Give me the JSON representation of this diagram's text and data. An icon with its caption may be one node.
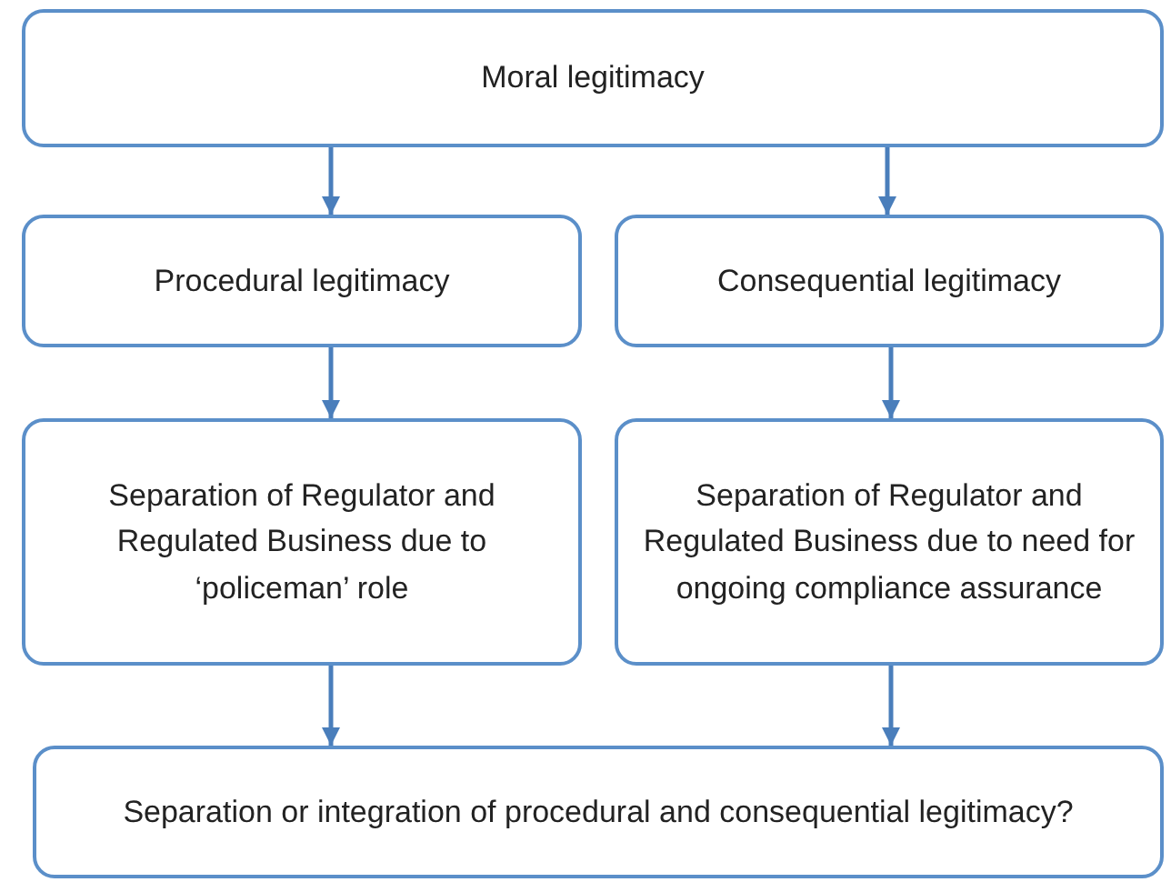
{
  "diagram": {
    "nodes": [
      {
        "text": [
          "Moral legitimacy"
        ]
      },
      {
        "text": [
          "Procedural legitimacy"
        ]
      },
      {
        "text": [
          "Consequential legitimacy"
        ]
      },
      {
        "text": [
          "Separation of Regulator and Regulated Business due to ‘policeman’ role"
        ]
      },
      {
        "text": [
          "Separation of Regulator and Regulated Business due to need for ongoing compliance assurance"
        ]
      },
      {
        "text": [
          "Separation or integration of procedural and consequential legitimacy?"
        ]
      }
    ],
    "edges": [
      {
        "from": 0,
        "to": 1,
        "arrow": "to"
      },
      {
        "from": 0,
        "to": 2,
        "arrow": "to"
      },
      {
        "from": 1,
        "to": 3,
        "arrow": "to"
      },
      {
        "from": 2,
        "to": 4,
        "arrow": "to"
      },
      {
        "from": 3,
        "to": 5,
        "arrow": "to"
      },
      {
        "from": 4,
        "to": 5,
        "arrow": "to"
      }
    ]
  }
}
